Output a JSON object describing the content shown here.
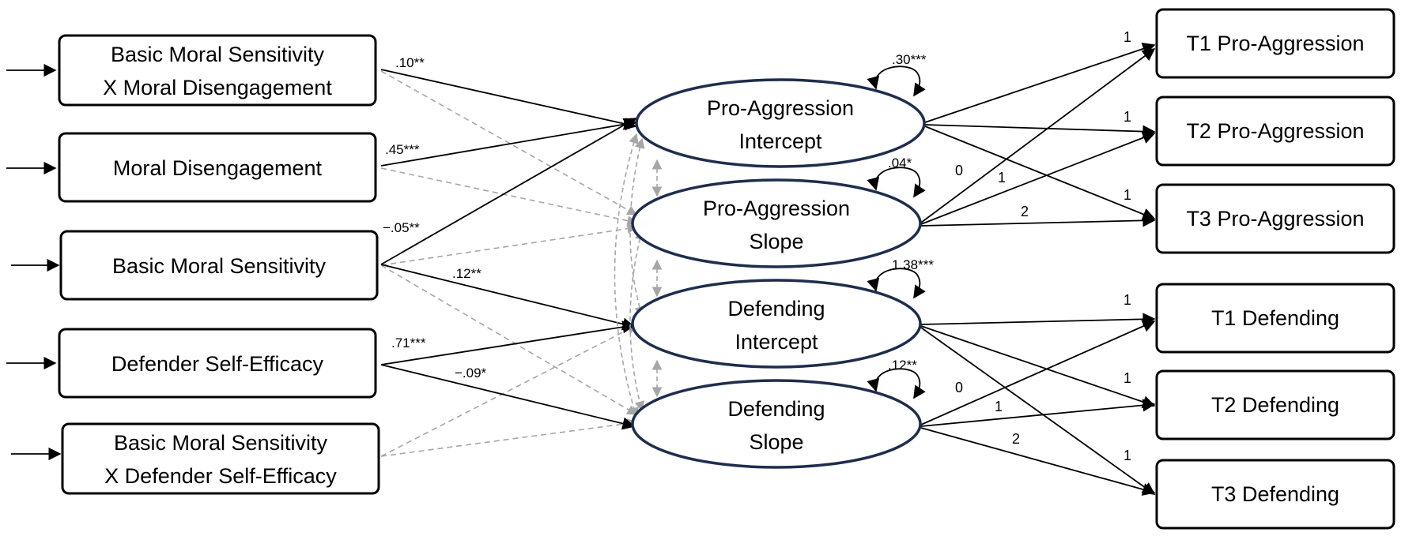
{
  "predictors": [
    {
      "line1": "Basic Moral Sensitivity",
      "line2": "X Moral Disengagement"
    },
    {
      "line1": "Moral Disengagement",
      "line2": ""
    },
    {
      "line1": "Basic Moral Sensitivity",
      "line2": ""
    },
    {
      "line1": "Defender Self-Efficacy",
      "line2": ""
    },
    {
      "line1": "Basic Moral Sensitivity",
      "line2": "X Defender Self-Efficacy"
    }
  ],
  "latents": [
    {
      "line1": "Pro-Aggression",
      "line2": "Intercept",
      "variance": ".30***"
    },
    {
      "line1": "Pro-Aggression",
      "line2": "Slope",
      "variance": ".04*"
    },
    {
      "line1": "Defending",
      "line2": "Intercept",
      "variance": "1.38***"
    },
    {
      "line1": "Defending",
      "line2": "Slope",
      "variance": ".12**"
    }
  ],
  "outcomes": [
    {
      "label": "T1 Pro-Aggression"
    },
    {
      "label": "T2 Pro-Aggression"
    },
    {
      "label": "T3 Pro-Aggression"
    },
    {
      "label": "T1 Defending"
    },
    {
      "label": "T2 Defending"
    },
    {
      "label": "T3 Defending"
    }
  ],
  "paths": [
    {
      "from": 0,
      "to": 0,
      "coef": ".10**",
      "style": "solid"
    },
    {
      "from": 1,
      "to": 0,
      "coef": ".45***",
      "style": "solid"
    },
    {
      "from": 2,
      "to": 0,
      "coef": "−.05**",
      "style": "solid"
    },
    {
      "from": 2,
      "to": 2,
      "coef": ".12**",
      "style": "solid"
    },
    {
      "from": 3,
      "to": 2,
      "coef": ".71***",
      "style": "solid"
    },
    {
      "from": 3,
      "to": 3,
      "coef": "−.09*",
      "style": "solid"
    },
    {
      "from": 0,
      "to": 1,
      "coef": "",
      "style": "dashed"
    },
    {
      "from": 1,
      "to": 1,
      "coef": "",
      "style": "dashed"
    },
    {
      "from": 2,
      "to": 1,
      "coef": "",
      "style": "dashed"
    },
    {
      "from": 2,
      "to": 3,
      "coef": "",
      "style": "dashed"
    },
    {
      "from": 4,
      "to": 2,
      "coef": "",
      "style": "dashed"
    },
    {
      "from": 4,
      "to": 3,
      "coef": "",
      "style": "dashed"
    }
  ],
  "loadings": {
    "intercept": [
      "1",
      "1",
      "1"
    ],
    "slope": [
      "0",
      "1",
      "2"
    ],
    "defending_intercept": [
      "1",
      "1",
      "1"
    ],
    "defending_slope": [
      "0",
      "1",
      "2"
    ]
  }
}
